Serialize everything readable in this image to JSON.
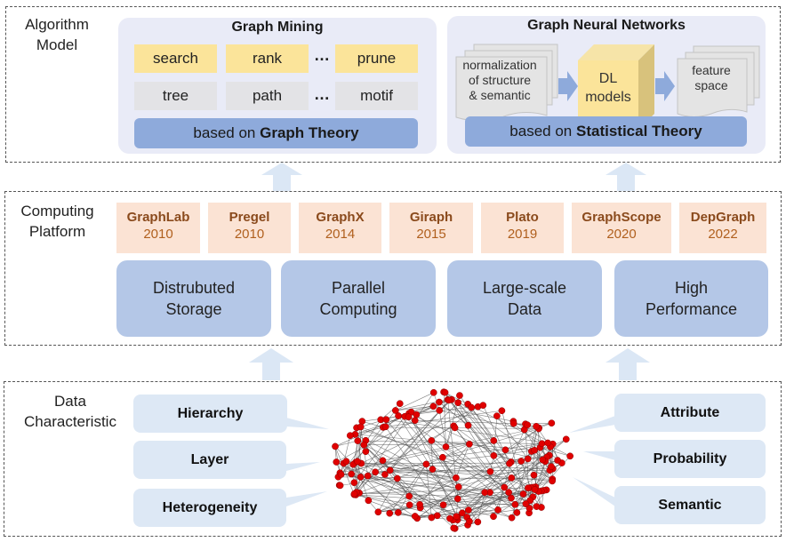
{
  "algorithm_layer": {
    "label_line1": "Algorithm",
    "label_line2": "Model",
    "graph_mining": {
      "title": "Graph Mining",
      "row1": [
        "search",
        "rank",
        "prune"
      ],
      "row2": [
        "tree",
        "path",
        "motif"
      ],
      "ellipsis": "…",
      "theory_prefix": "based on ",
      "theory_bold": "Graph Theory"
    },
    "gnn": {
      "title": "Graph Neural Networks",
      "input_doc": [
        "normalization",
        "of structure",
        "& semantic"
      ],
      "model_line1": "DL",
      "model_line2": "models",
      "output_doc": [
        "feature",
        "space"
      ],
      "theory_prefix": "based on ",
      "theory_bold": "Statistical Theory"
    }
  },
  "computing_layer": {
    "label_line1": "Computing",
    "label_line2": "Platform",
    "platforms": [
      {
        "name": "GraphLab",
        "year": "2010"
      },
      {
        "name": "Pregel",
        "year": "2010"
      },
      {
        "name": "GraphX",
        "year": "2014"
      },
      {
        "name": "Giraph",
        "year": "2015"
      },
      {
        "name": "Plato",
        "year": "2019"
      },
      {
        "name": "GraphScope",
        "year": "2020"
      },
      {
        "name": "DepGraph",
        "year": "2022"
      }
    ],
    "features": [
      {
        "line1": "Distrubuted",
        "line2": "Storage"
      },
      {
        "line1": "Parallel",
        "line2": "Computing"
      },
      {
        "line1": "Large-scale",
        "line2": "Data"
      },
      {
        "line1": "High",
        "line2": "Performance"
      }
    ]
  },
  "data_layer": {
    "label_line1": "Data",
    "label_line2": "Characteristic",
    "left_characteristics": [
      "Hierarchy",
      "Layer",
      "Heterogeneity"
    ],
    "right_characteristics": [
      "Attribute",
      "Probability",
      "Semantic"
    ]
  },
  "colors": {
    "panel_bg": "#e9ebf7",
    "algo_chip_yellow": "#fbe49a",
    "algo_chip_grey": "#e3e3e6",
    "theory_bar": "#8eaadb",
    "platform_bg": "#fbe3d4",
    "platform_name": "#8a4a1c",
    "platform_year": "#b0601e",
    "feature_bg": "#b4c7e7",
    "char_bg": "#dde8f5",
    "arrow": "#dbe7f5",
    "node": "#e00000"
  }
}
